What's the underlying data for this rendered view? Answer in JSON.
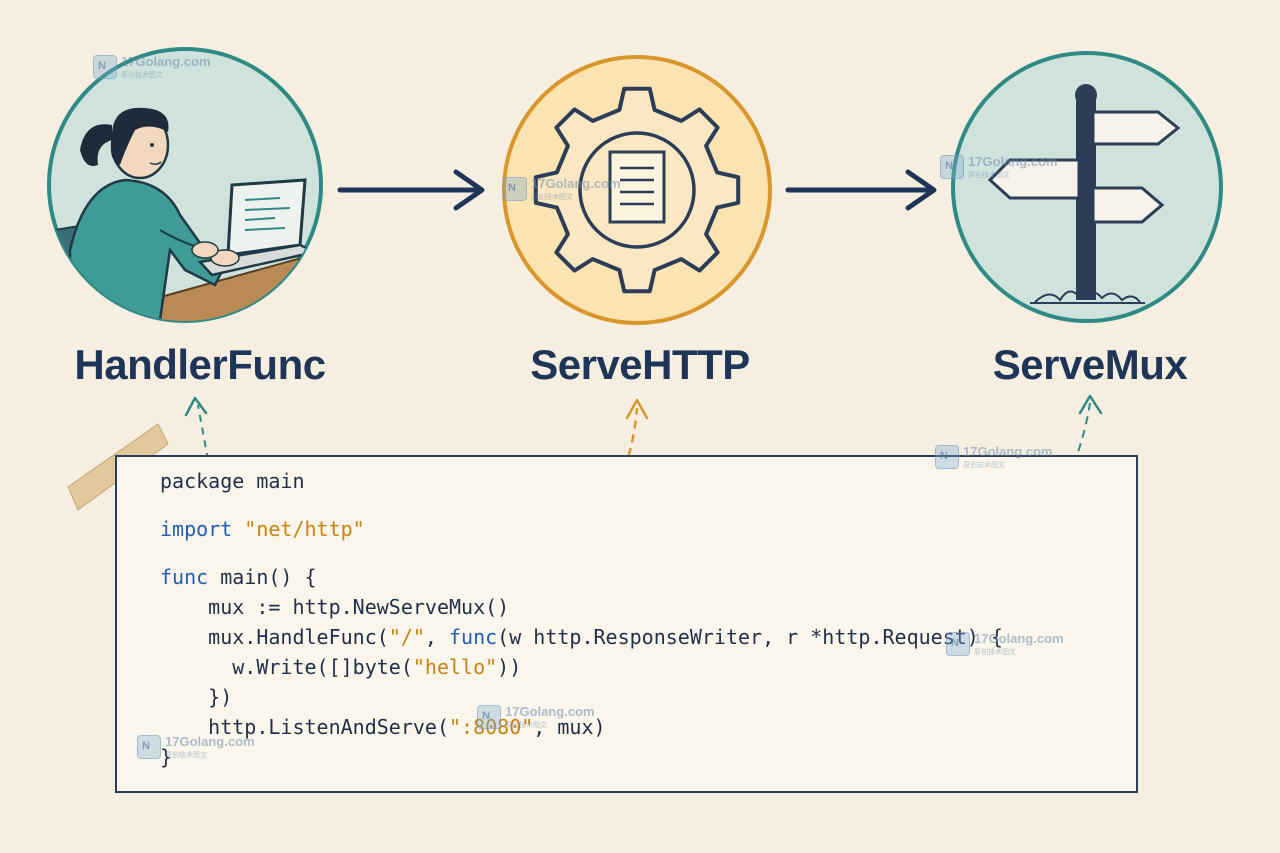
{
  "nodes": {
    "handlerfunc": {
      "label": "HandlerFunc",
      "icon": "person-typing-laptop-icon"
    },
    "servehttp": {
      "label": "ServeHTTP",
      "icon": "gear-document-icon"
    },
    "servemux": {
      "label": "ServeMux",
      "icon": "signpost-icon"
    }
  },
  "code": {
    "lines": [
      "package main",
      "",
      "import \"net/http\"",
      "",
      "func main() {",
      "    mux := http.NewServeMux()",
      "    mux.HandleFunc(\"/\", func(w http.ResponseWriter, r *http.Request) {",
      "      w.Write([]byte(\"hello\"))",
      "    })",
      "    http.ListenAndServe(\":8080\", mux)",
      "}"
    ]
  },
  "watermark": {
    "text": "17Golang.com",
    "sub": "原创技术图文"
  },
  "colors": {
    "background": "#f6efe1",
    "teal": "#2f8a86",
    "teal_fill": "#cfe3dc",
    "orange": "#d9962b",
    "orange_fill": "#fbe3b2",
    "navy": "#1e3557",
    "keyword": "#1f5fb0",
    "string": "#c98210"
  }
}
